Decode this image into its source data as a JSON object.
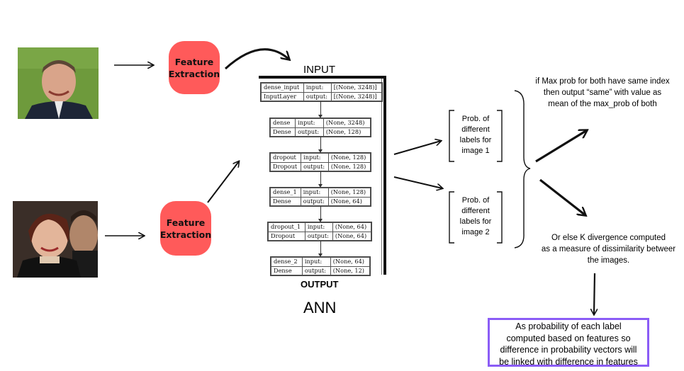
{
  "feature_extraction_label_top": "Feature",
  "feature_extraction_label_bottom": "Extraction",
  "model": {
    "input_title": "INPUT",
    "output_title": "OUTPUT",
    "ann_title": "ANN",
    "layers": [
      {
        "name": "dense_input",
        "type": "InputLayer",
        "in_label": "input:",
        "out_label": "output:",
        "in_shape": "[(None, 3248)]",
        "out_shape": "[(None, 3248)]"
      },
      {
        "name": "dense",
        "type": "Dense",
        "in_label": "input:",
        "out_label": "output:",
        "in_shape": "(None, 3248)",
        "out_shape": "(None, 128)"
      },
      {
        "name": "dropout",
        "type": "Dropout",
        "in_label": "input:",
        "out_label": "output:",
        "in_shape": "(None, 128)",
        "out_shape": "(None, 128)"
      },
      {
        "name": "dense_1",
        "type": "Dense",
        "in_label": "input:",
        "out_label": "output:",
        "in_shape": "(None, 128)",
        "out_shape": "(None, 64)"
      },
      {
        "name": "dropout_1",
        "type": "Dropout",
        "in_label": "input:",
        "out_label": "output:",
        "in_shape": "(None, 64)",
        "out_shape": "(None, 64)"
      },
      {
        "name": "dense_2",
        "type": "Dense",
        "in_label": "input:",
        "out_label": "output:",
        "in_shape": "(None, 64)",
        "out_shape": "(None, 12)"
      }
    ]
  },
  "prob_image1": [
    "Prob. of",
    "different",
    "labels for",
    "image 1"
  ],
  "prob_image2": [
    "Prob. of",
    "different",
    "labels for",
    "image 2"
  ],
  "note_same": [
    "if Max prob for both have same index",
    "then output “same” with value as",
    "mean of the max_prob of both"
  ],
  "note_divergence": [
    "Or else K divergence computed",
    "as a measure of dissimilarity betweer",
    "the images."
  ],
  "note_box": [
    "As probability of each label",
    "computed based on features so",
    "difference in probability vectors will",
    "be linked with difference in features"
  ],
  "colors": {
    "feature_box": "#ff5a5a",
    "note_box_border": "#8b5cf6"
  }
}
